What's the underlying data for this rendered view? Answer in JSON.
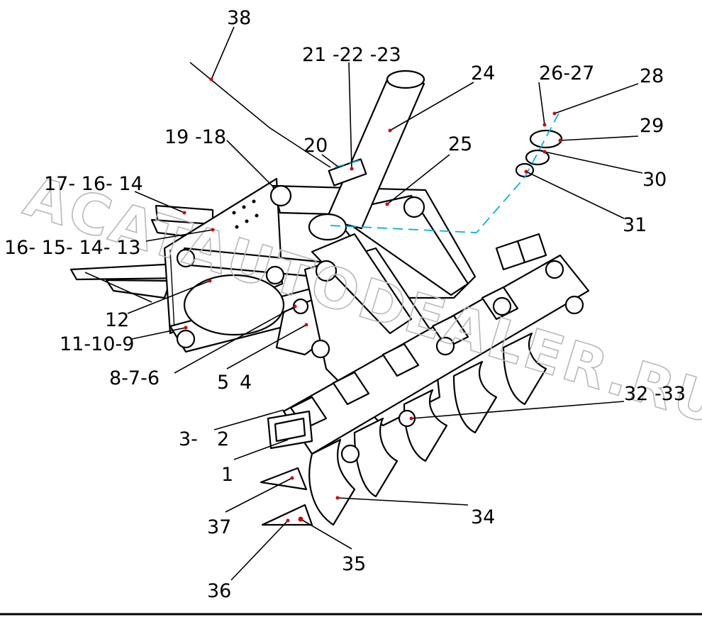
{
  "watermark": "ACATAUTODEALER.RU",
  "labels": [
    {
      "id": "l38",
      "text": "38"
    },
    {
      "id": "l21",
      "text": "21 -22 -23"
    },
    {
      "id": "l24",
      "text": "24"
    },
    {
      "id": "l2627",
      "text": "26-27"
    },
    {
      "id": "l28",
      "text": "28"
    },
    {
      "id": "l29",
      "text": "29"
    },
    {
      "id": "l30",
      "text": "30"
    },
    {
      "id": "l31",
      "text": "31"
    },
    {
      "id": "l25",
      "text": "25"
    },
    {
      "id": "l20",
      "text": "20"
    },
    {
      "id": "l1918",
      "text": "19 -18"
    },
    {
      "id": "l171614",
      "text": "17- 16- 14"
    },
    {
      "id": "l16151413",
      "text": "16- 15- 14- 13"
    },
    {
      "id": "l12",
      "text": "12"
    },
    {
      "id": "l11109",
      "text": "11-10-9"
    },
    {
      "id": "l876",
      "text": "8-7-6"
    },
    {
      "id": "l5",
      "text": "5"
    },
    {
      "id": "l4",
      "text": "4"
    },
    {
      "id": "l32",
      "text": "32 -33"
    },
    {
      "id": "l3",
      "text": "3-"
    },
    {
      "id": "l2",
      "text": "2"
    },
    {
      "id": "l1",
      "text": "1"
    },
    {
      "id": "l34",
      "text": "34"
    },
    {
      "id": "l37",
      "text": "37"
    },
    {
      "id": "l35",
      "text": "35"
    },
    {
      "id": "l36",
      "text": "36"
    }
  ]
}
